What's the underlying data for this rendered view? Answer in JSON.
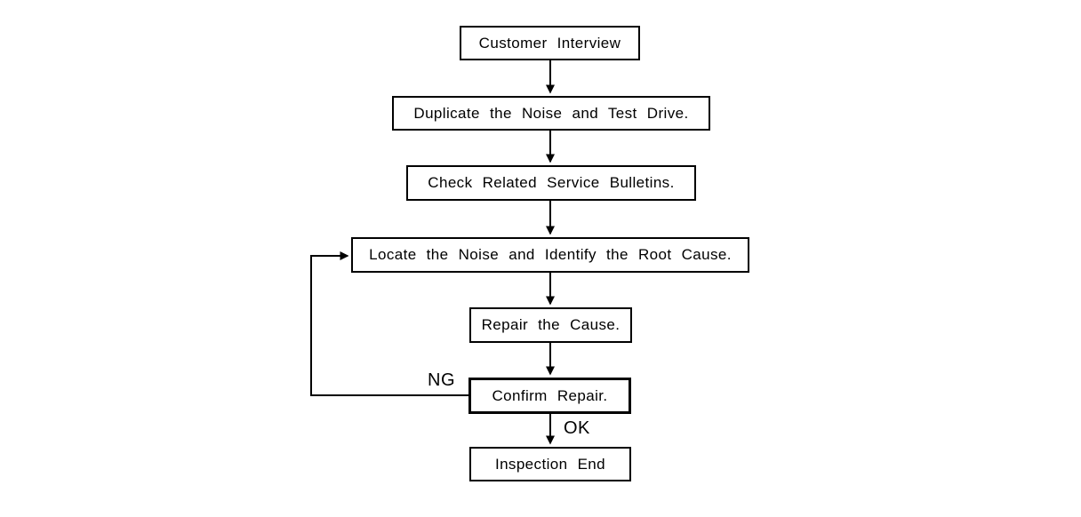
{
  "diagram": {
    "nodes": [
      {
        "id": "customer-interview",
        "label": "Customer Interview"
      },
      {
        "id": "duplicate-noise-test-drive",
        "label": "Duplicate the Noise and Test Drive."
      },
      {
        "id": "check-service-bulletins",
        "label": "Check Related Service Bulletins."
      },
      {
        "id": "locate-noise-root-cause",
        "label": "Locate the Noise and Identify the Root Cause."
      },
      {
        "id": "repair-cause",
        "label": "Repair the Cause."
      },
      {
        "id": "confirm-repair",
        "label": "Confirm Repair."
      },
      {
        "id": "inspection-end",
        "label": "Inspection End"
      }
    ],
    "edge_labels": {
      "ng": "NG",
      "ok": "OK"
    },
    "colors": {
      "line": "#000000",
      "text": "#000000",
      "background": "#ffffff"
    }
  }
}
